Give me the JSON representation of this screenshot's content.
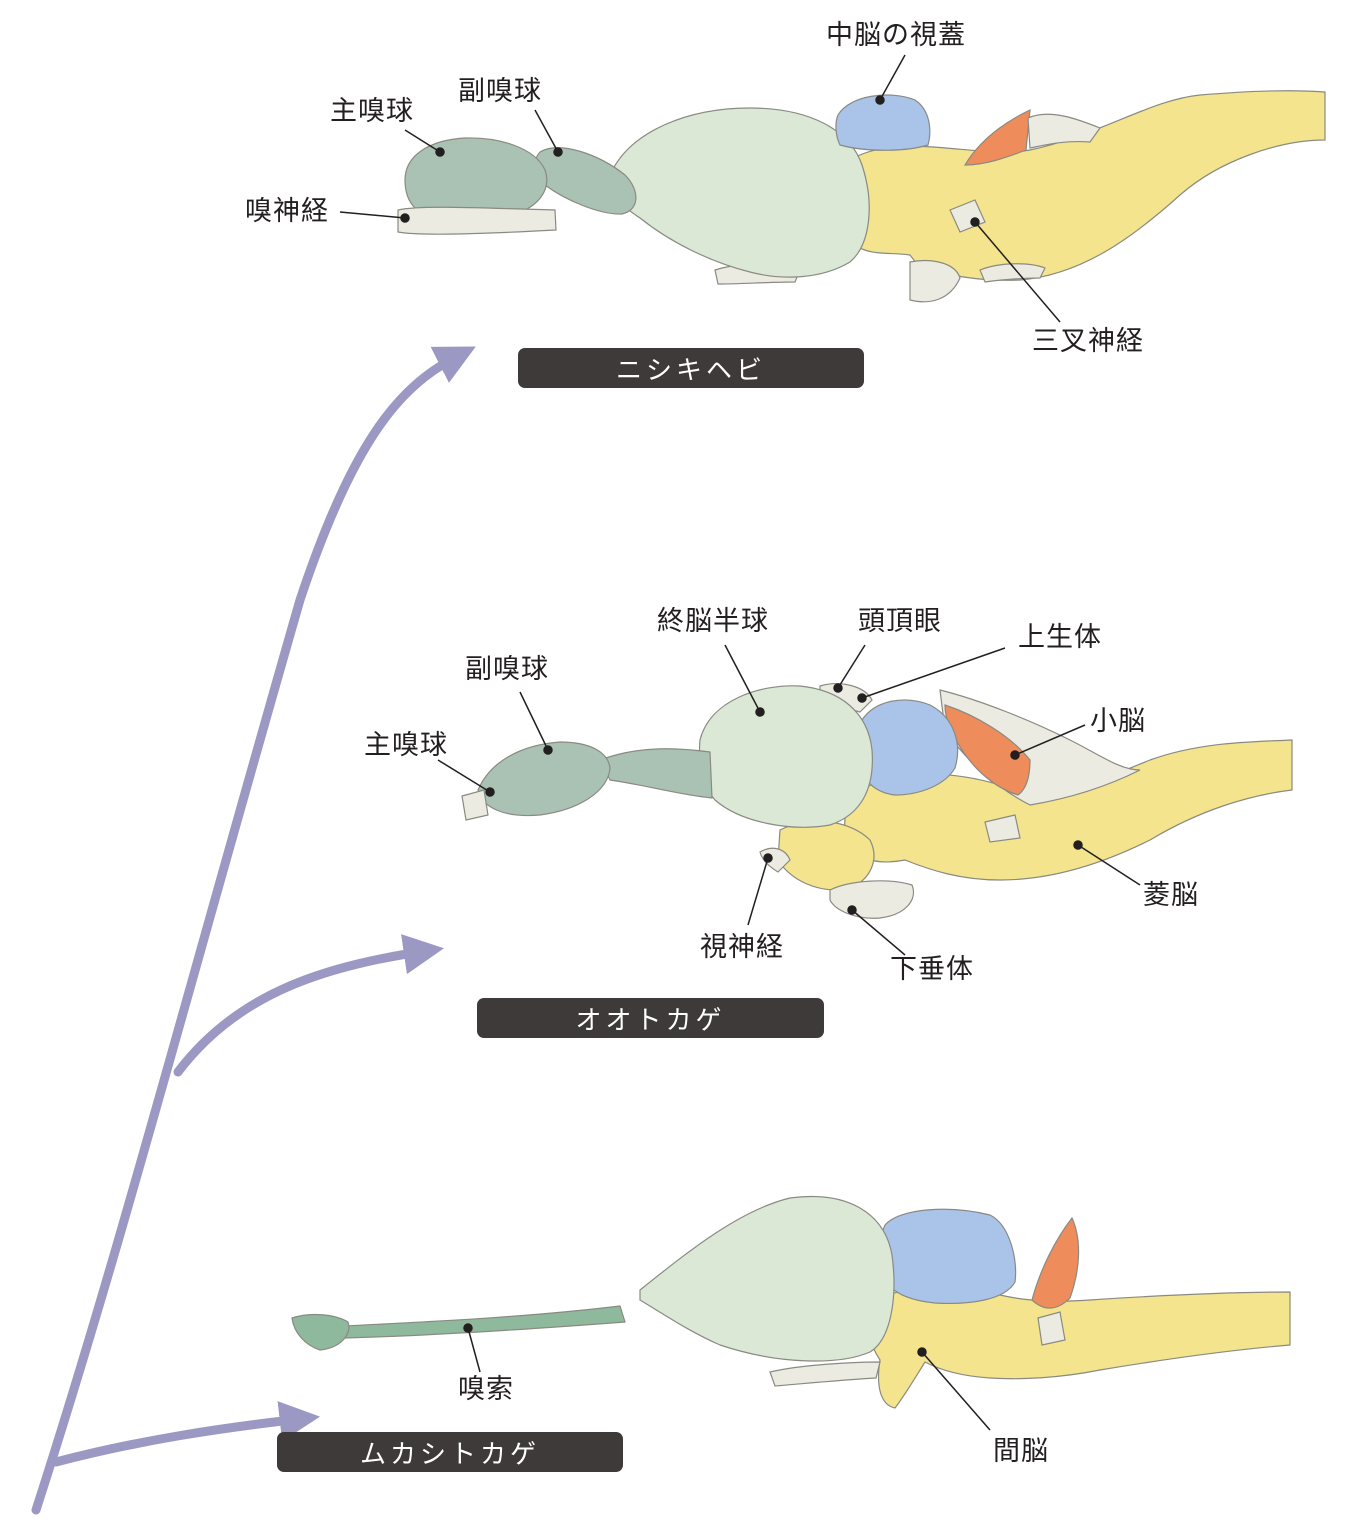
{
  "colors": {
    "telencephalon": "#dbe8d6",
    "olfactory": "#a9c2b3",
    "olfactory_tract": "#8fb99c",
    "tectum": "#a9c4e8",
    "hindbrain": "#f3e48d",
    "cerebellum": "#ef8c5c",
    "nerve": "#ecebe2",
    "tree": "#9b99c4",
    "label_box": "#3e3a39",
    "text": "#231f20"
  },
  "species": {
    "python": "ニシキヘビ",
    "monitor": "オオトカゲ",
    "tuatara": "ムカシトカゲ"
  },
  "labels": {
    "python": {
      "main_olfactory_bulb": "主嗅球",
      "accessory_olfactory_bulb": "副嗅球",
      "olfactory_nerve": "嗅神経",
      "optic_tectum": "中脳の視蓋",
      "trigeminal_nerve": "三叉神経"
    },
    "monitor": {
      "telencephalic_hemisphere": "終脳半球",
      "parietal_eye": "頭頂眼",
      "pineal_body": "上生体",
      "accessory_olfactory_bulb": "副嗅球",
      "main_olfactory_bulb": "主嗅球",
      "cerebellum": "小脳",
      "rhombencephalon": "菱脳",
      "optic_nerve": "視神経",
      "pituitary": "下垂体"
    },
    "tuatara": {
      "olfactory_tract": "嗅索",
      "diencephalon": "間脳"
    }
  }
}
